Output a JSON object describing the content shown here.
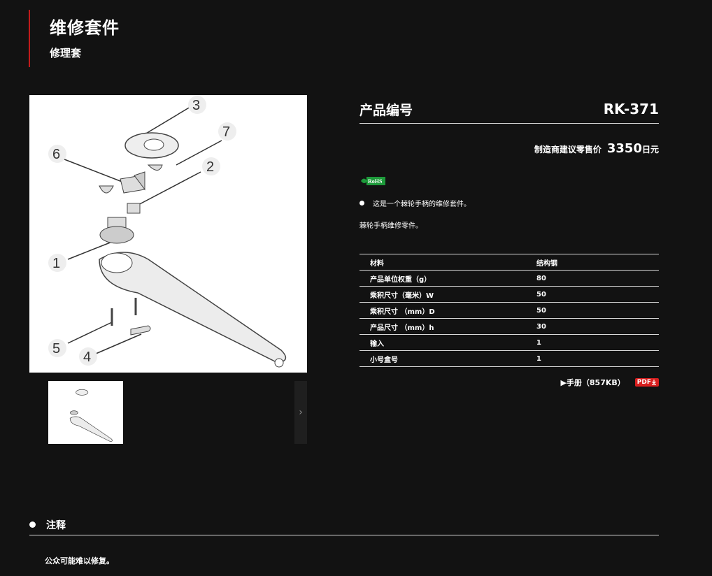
{
  "header": {
    "title": "维修套件",
    "subtitle": "修理套"
  },
  "gallery": {
    "main_image_icon": "exploded-ratchet-diagram",
    "callout_numbers": [
      "1",
      "2",
      "3",
      "4",
      "5",
      "6",
      "7"
    ],
    "next_icon": "chevron-right-icon",
    "next_glyph": "›"
  },
  "product": {
    "number_label": "产品编号",
    "number_value": "RK-371",
    "price_label": "制造商建议零售价",
    "price_value": "3350",
    "price_unit": "日元",
    "rohs_label": "RoHS",
    "bullet": "这是一个棘轮手柄的维修套件。",
    "description": "棘轮手柄维修零件。"
  },
  "specs": [
    {
      "key": "材料",
      "value": "结构钢"
    },
    {
      "key": "产品单位权重（g）",
      "value": "80"
    },
    {
      "key": "乘积尺寸（毫米）W",
      "value": "50"
    },
    {
      "key": "乘积尺寸 （mm）D",
      "value": "50"
    },
    {
      "key": "产品尺寸 （mm）h",
      "value": "30"
    },
    {
      "key": "输入",
      "value": "1"
    },
    {
      "key": "小号盒号",
      "value": "1"
    }
  ],
  "manual": {
    "label": "▶手册（857KB）",
    "pdf_label": "PDF"
  },
  "notes": {
    "title": "注释",
    "text": "公众可能难以修复。"
  },
  "colors": {
    "background": "#121212",
    "accent": "#c21a1a",
    "pdf": "#d81f1f",
    "rohs": "#1d9a3a"
  }
}
